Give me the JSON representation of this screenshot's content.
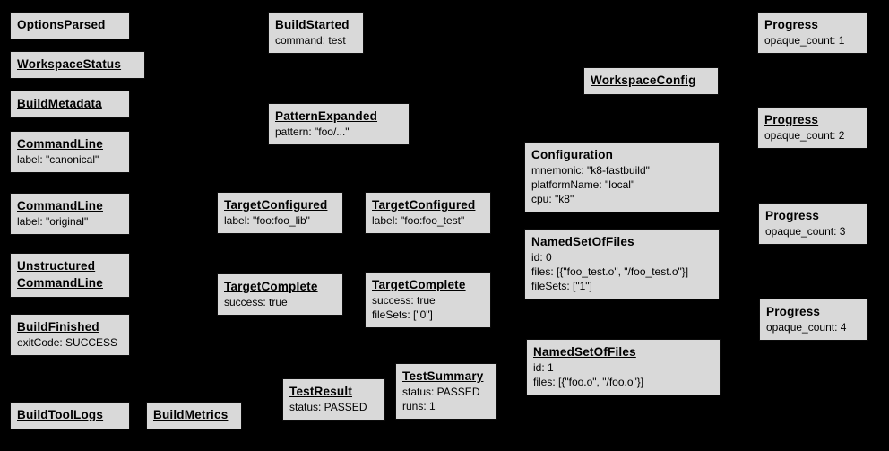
{
  "colors": {
    "background": "#000000",
    "box_fill": "#d9d9d9",
    "box_border": "#0b0b0b",
    "box_text": "#000000"
  },
  "diagram_description": "Bazel Build Event Protocol event graph",
  "boxes": {
    "options_parsed": {
      "title": "OptionsParsed",
      "lines": []
    },
    "workspace_status": {
      "title": "WorkspaceStatus",
      "lines": []
    },
    "build_metadata": {
      "title": "BuildMetadata",
      "lines": []
    },
    "command_line_canonical": {
      "title": "CommandLine",
      "lines": [
        "label: \"canonical\""
      ]
    },
    "command_line_original": {
      "title": "CommandLine",
      "lines": [
        "label: \"original\""
      ]
    },
    "unstructured_command_line": {
      "title": "Unstructured CommandLine",
      "lines": []
    },
    "build_finished": {
      "title": "BuildFinished",
      "lines": [
        "exitCode: SUCCESS"
      ]
    },
    "build_tool_logs": {
      "title": "BuildToolLogs",
      "lines": []
    },
    "build_metrics": {
      "title": "BuildMetrics",
      "lines": []
    },
    "build_started": {
      "title": "BuildStarted",
      "lines": [
        "command: test"
      ]
    },
    "pattern_expanded": {
      "title": "PatternExpanded",
      "lines": [
        "pattern: \"foo/...\""
      ]
    },
    "target_configured_lib": {
      "title": "TargetConfigured",
      "lines": [
        "label: \"foo:foo_lib\""
      ]
    },
    "target_configured_test": {
      "title": "TargetConfigured",
      "lines": [
        "label: \"foo:foo_test\""
      ]
    },
    "target_complete_lib": {
      "title": "TargetComplete",
      "lines": [
        "success: true"
      ]
    },
    "target_complete_test": {
      "title": "TargetComplete",
      "lines": [
        "success: true",
        "fileSets: [\"0\"]"
      ]
    },
    "test_result": {
      "title": "TestResult",
      "lines": [
        "status: PASSED"
      ]
    },
    "test_summary": {
      "title": "TestSummary",
      "lines": [
        "status: PASSED",
        "runs: 1"
      ]
    },
    "workspace_config": {
      "title": "WorkspaceConfig",
      "lines": []
    },
    "configuration": {
      "title": "Configuration",
      "lines": [
        "mnemonic: \"k8-fastbuild\"",
        "platformName: \"local\"",
        "cpu: \"k8\""
      ]
    },
    "named_set_of_files_0": {
      "title": "NamedSetOfFiles",
      "lines": [
        "id: 0",
        "files: [{\"foo_test.o\", \"/foo_test.o\"}]",
        "fileSets: [\"1\"]"
      ]
    },
    "named_set_of_files_1": {
      "title": "NamedSetOfFiles",
      "lines": [
        "id: 1",
        "files: [{\"foo.o\", \"/foo.o\"}]"
      ]
    },
    "progress_1": {
      "title": "Progress",
      "lines": [
        "opaque_count: 1"
      ]
    },
    "progress_2": {
      "title": "Progress",
      "lines": [
        "opaque_count: 2"
      ]
    },
    "progress_3": {
      "title": "Progress",
      "lines": [
        "opaque_count: 3"
      ]
    },
    "progress_4": {
      "title": "Progress",
      "lines": [
        "opaque_count: 4"
      ]
    }
  }
}
